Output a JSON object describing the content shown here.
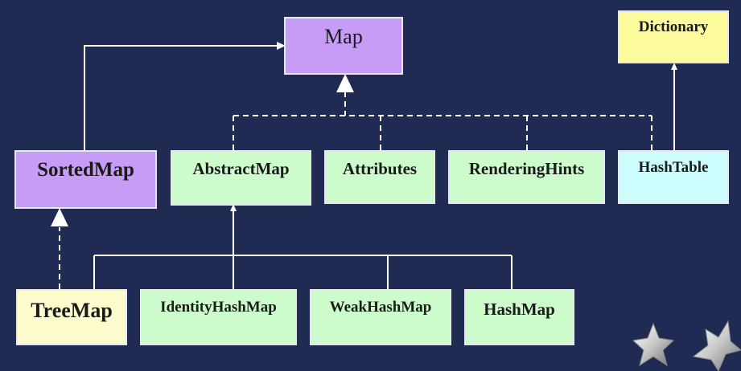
{
  "nodes": {
    "map": "Map",
    "dictionary": "Dictionary",
    "sortedmap": "SortedMap",
    "abstractmap": "AbstractMap",
    "attributes": "Attributes",
    "renderinghints": "RenderingHints",
    "hashtable": "HashTable",
    "treemap": "TreeMap",
    "identityhashmap": "IdentityHashMap",
    "weakhashmap": "WeakHashMap",
    "hashmap": "HashMap"
  },
  "colors": {
    "background": "#1f2b52",
    "interface": "#c69cf7",
    "class": "#ccfccc",
    "legacy": "#ccfcfc",
    "legacy_parent": "#fcfc9c",
    "sorted_class": "#fcfccc",
    "connector": "#ffffff"
  }
}
